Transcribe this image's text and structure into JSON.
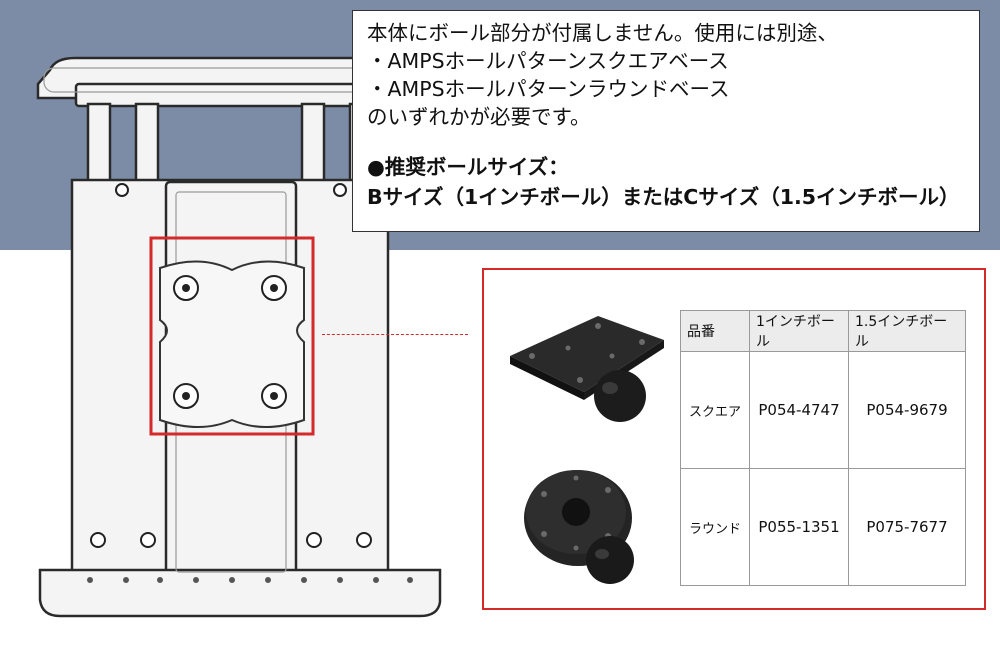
{
  "note": {
    "lines": [
      "本体にボール部分が付属しません。使用には別途、",
      "・AMPSホールパターンスクエアベース",
      "・AMPSホールパターンラウンドベース",
      "のいずれかが必要です。"
    ],
    "bold_lines": [
      "●推奨ボールサイズ：",
      "Bサイズ（1インチボール）またはCサイズ（1.5インチボール）"
    ]
  },
  "table": {
    "headers": [
      "品番",
      "1インチボール",
      "1.5インチボール"
    ],
    "rows": [
      {
        "label": "スクエア",
        "one_inch": "P054-4747",
        "one_half_inch": "P054-9679"
      },
      {
        "label": "ラウンド",
        "one_inch": "P055-1351",
        "one_half_inch": "P075-7677"
      }
    ]
  },
  "colors": {
    "band": "#7d8ca6",
    "highlight_red": "#d42a2a",
    "base_black": "#1c1c1c"
  },
  "icons": {
    "cradle": "tablet-cradle-illustration",
    "square_base": "square-ball-base-photo",
    "round_base": "round-ball-base-photo"
  }
}
